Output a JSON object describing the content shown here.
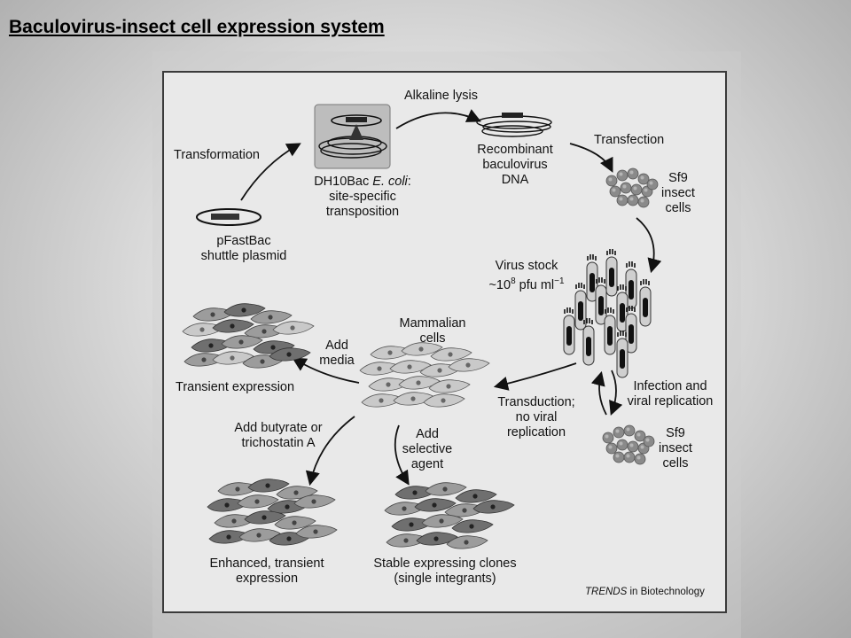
{
  "slide": {
    "title": "Baculovirus-insect cell expression system"
  },
  "diagram": {
    "labels": {
      "alkaline_lysis": "Alkaline lysis",
      "transformation": "Transformation",
      "recombinant": "Recombinant",
      "baculovirus": "baculovirus",
      "dna": "DNA",
      "transfection": "Transfection",
      "dh10bac": "DH10Bac ",
      "ecoli": "E. coli",
      "colon": ":",
      "site_specific": "site-specific",
      "transposition": "transposition",
      "sf9_top_1": "Sf9",
      "sf9_top_2": "insect",
      "sf9_top_3": "cells",
      "pfastbac_1": "pFastBac",
      "pfastbac_2": "shuttle plasmid",
      "virus_stock_1": "Virus stock",
      "virus_stock_prefix": "~10",
      "virus_stock_exp": "8",
      "virus_stock_unit": " pfu ml",
      "virus_stock_unit_exp": "−1",
      "mammalian_1": "Mammalian",
      "mammalian_2": "cells",
      "add_media_1": "Add",
      "add_media_2": "media",
      "transient_expression": "Transient expression",
      "infection_1": "Infection and",
      "infection_2": "viral replication",
      "transduction_1": "Transduction;",
      "transduction_2": "no viral",
      "transduction_3": "replication",
      "butyrate_1": "Add butyrate or",
      "butyrate_2": "trichostatin A",
      "selective_1": "Add",
      "selective_2": "selective",
      "selective_3": "agent",
      "sf9_bottom_1": "Sf9",
      "sf9_bottom_2": "insect",
      "sf9_bottom_3": "cells",
      "enhanced_1": "Enhanced, transient",
      "enhanced_2": "expression",
      "stable_1": "Stable expressing clones",
      "stable_2": "(single integrants)",
      "credit_1": "TRENDS",
      "credit_2": " in Biotechnology"
    }
  }
}
